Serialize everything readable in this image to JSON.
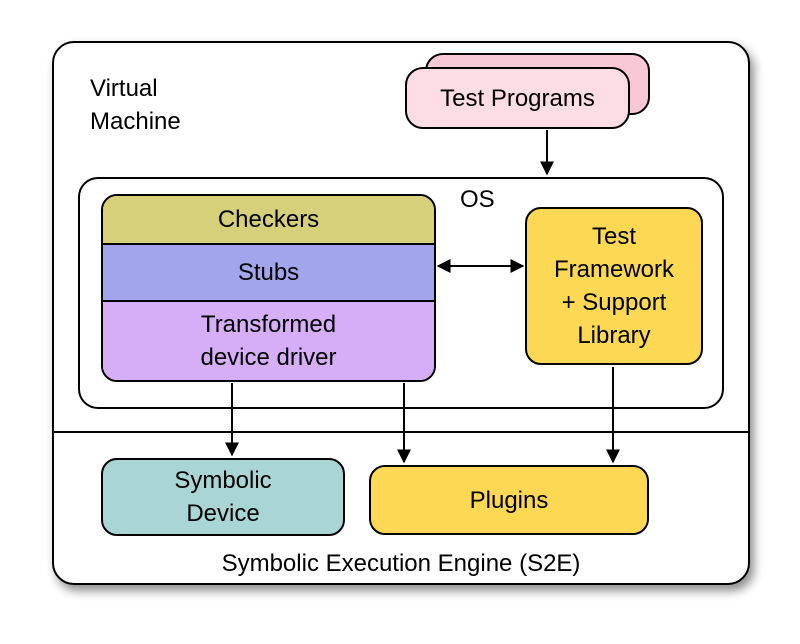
{
  "diagram": {
    "vm_label": [
      "Virtual",
      "Machine"
    ],
    "test_programs": "Test Programs",
    "os_label": "OS",
    "checkers": "Checkers",
    "stubs": "Stubs",
    "driver": [
      "Transformed",
      "device driver"
    ],
    "framework": [
      "Test",
      "Framework",
      "+ Support",
      "Library"
    ],
    "symbolic_device": [
      "Symbolic",
      "Device"
    ],
    "plugins": "Plugins",
    "s2e_label": "Symbolic Execution Engine (S2E)"
  },
  "colors": {
    "test_programs_front": "#fcdde6",
    "test_programs_back": "#f8c8d6",
    "checkers": "#d6d07a",
    "stubs": "#a3a5ec",
    "driver": "#d6adf7",
    "framework": "#fcd855",
    "symbolic_device": "#a9d6d4",
    "plugins": "#fcd855"
  }
}
